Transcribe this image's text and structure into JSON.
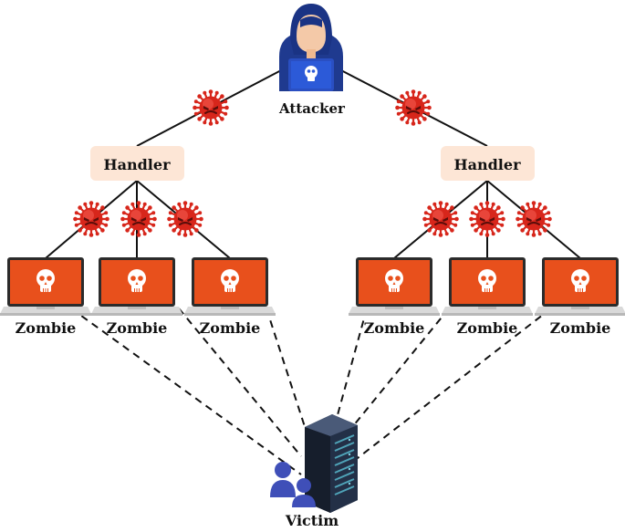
{
  "attacker": {
    "label": "Attacker"
  },
  "handlers": [
    {
      "label": "Handler"
    },
    {
      "label": "Handler"
    }
  ],
  "zombies": [
    {
      "label": "Zombie"
    },
    {
      "label": "Zombie"
    },
    {
      "label": "Zombie"
    },
    {
      "label": "Zombie"
    },
    {
      "label": "Zombie"
    },
    {
      "label": "Zombie"
    }
  ],
  "victim": {
    "label": "Victim"
  },
  "icons": {
    "attacker": "hooded-hacker-icon",
    "handler": "handler-box",
    "malware": "virus-icon",
    "zombie": "laptop-skull-icon",
    "victim": "server-rack-icon",
    "users": "users-icon"
  },
  "colors": {
    "hacker_hood": "#1f3a8f",
    "handler_box": "#fde6d6",
    "virus": "#d7261b",
    "laptop_screen": "#e8501c",
    "server": "#1f2a3d",
    "users": "#3f4fb8",
    "line": "#111111"
  }
}
